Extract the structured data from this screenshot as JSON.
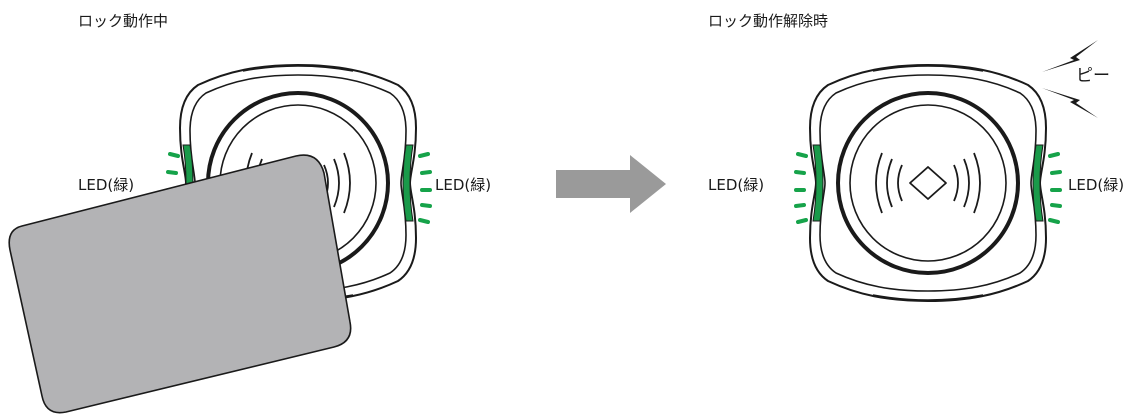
{
  "panels": {
    "locked": {
      "title": "ロック動作中",
      "led_left_label": "LED(緑)",
      "led_right_label": "LED(緑)"
    },
    "unlocked": {
      "title": "ロック動作解除時",
      "led_left_label": "LED(緑)",
      "led_right_label": "LED(緑)",
      "beep_text": "ピー"
    }
  },
  "colors": {
    "led_green": "#16a34a",
    "led_bar_green": "#1a9a4a",
    "card_gray": "#b3b3b5",
    "arrow_gray": "#9a9a9a",
    "outline": "#1a1a1a"
  },
  "icons": {
    "reader": "nfc-reader-icon",
    "card": "ic-card-icon",
    "arrow": "right-arrow-icon",
    "beep": "lightning-bolt-icon"
  }
}
